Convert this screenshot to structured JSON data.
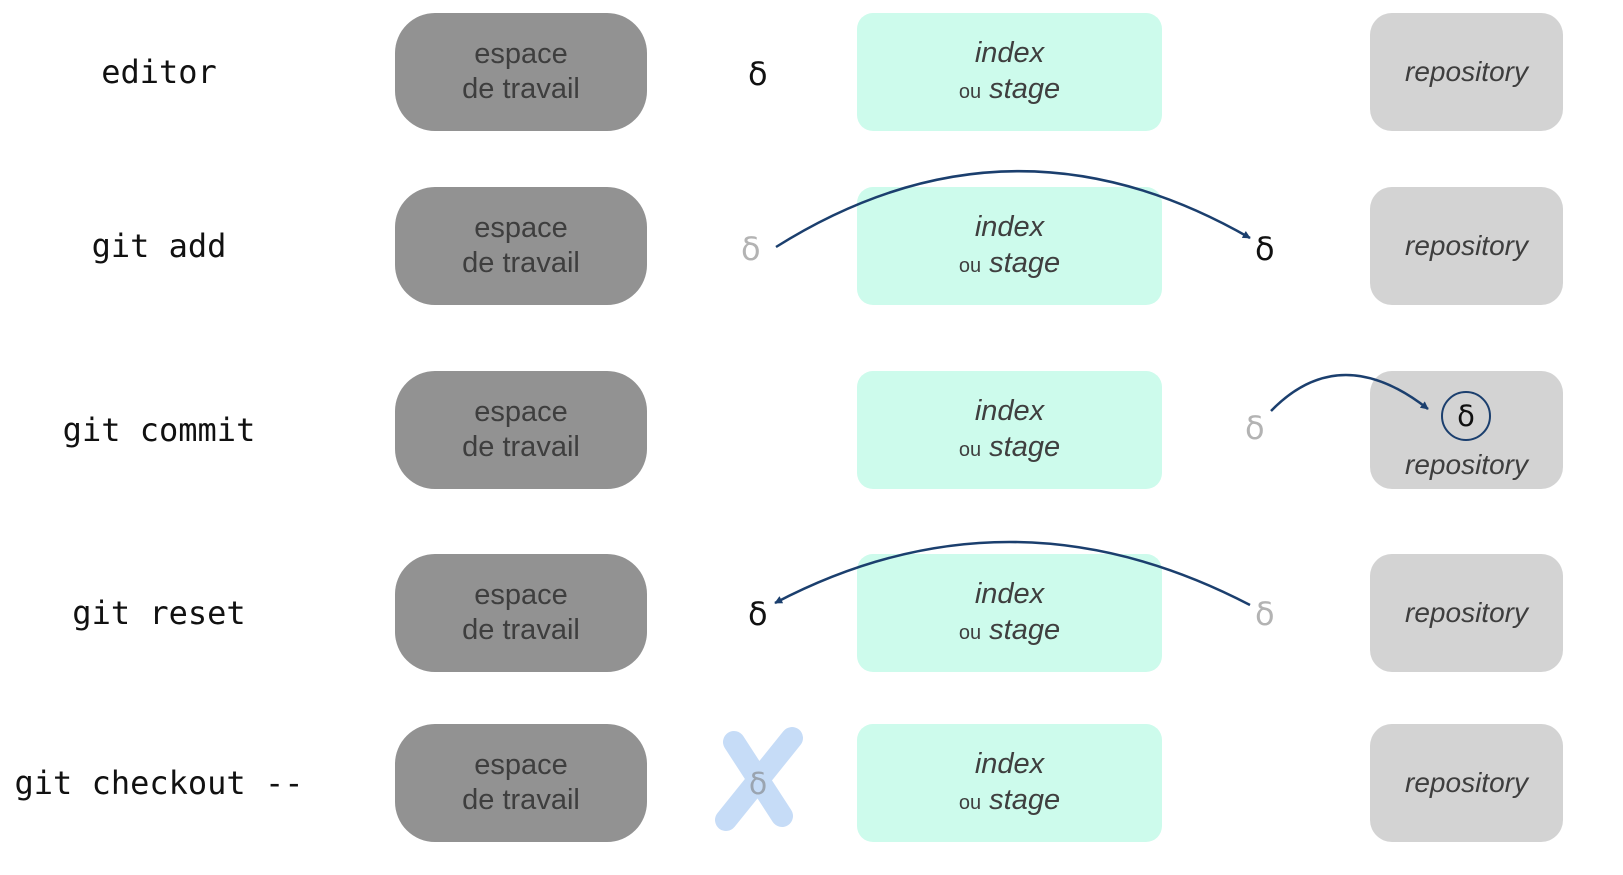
{
  "delta_symbol": "δ",
  "colors": {
    "workspace": "#929292",
    "index": "#cdfbec",
    "repository": "#d3d3d3",
    "arrow": "#1b3f6e",
    "cross": "#c6dcf7",
    "faded_delta": "#b3b3b3"
  },
  "boxes": {
    "workspace_line1": "espace",
    "workspace_line2": "de travail",
    "index_line1": "index",
    "index_or": "ou",
    "index_stage": "stage",
    "repository": "repository"
  },
  "rows": [
    {
      "command": "editor"
    },
    {
      "command": "git add"
    },
    {
      "command": "git commit"
    },
    {
      "command": "git reset"
    },
    {
      "command": "git checkout --"
    }
  ]
}
